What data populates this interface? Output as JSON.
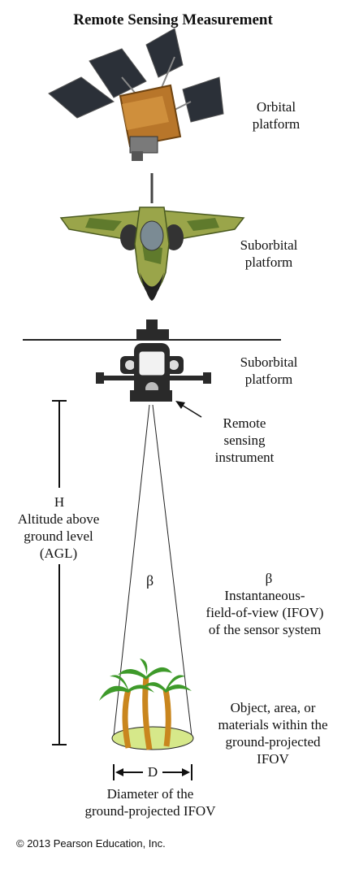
{
  "title": "Remote Sensing Measurement",
  "labels": {
    "orbital": "Orbital\nplatform",
    "suborbital_jet": "Suborbital\nplatform",
    "suborbital_heli": "Suborbital\nplatform",
    "instrument": "Remote\nsensing\ninstrument",
    "altitude_h": "H",
    "altitude": "Altitude above\nground level\n(AGL)",
    "beta_cone": "β",
    "ifov_beta": "β",
    "ifov": "Instantaneous-\nfield-of-view (IFOV)\nof the sensor system",
    "object": "Object, area, or\nmaterials within the\nground-projected\nIFOV",
    "d": "D",
    "diameter": "Diameter of the\nground-projected IFOV"
  },
  "copyright": "© 2013 Pearson Education, Inc.",
  "colors": {
    "satellite_foil": "#b8762a",
    "solar_panel": "#2b3038",
    "jet_camo_light": "#9aa54a",
    "jet_camo_dark": "#5f7a2c",
    "helicopter": "#2a2a2a",
    "ground": "#d6e88a",
    "palm_leaf": "#3e9a2a",
    "palm_trunk": "#c9861e"
  }
}
